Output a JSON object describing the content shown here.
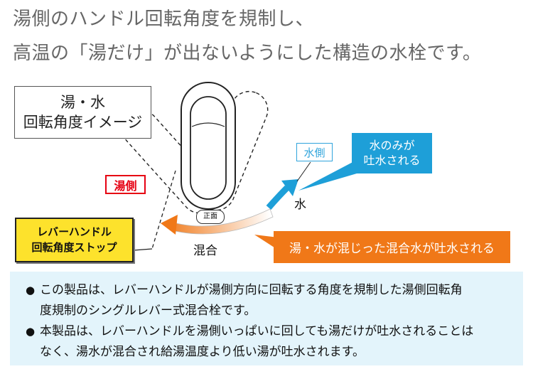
{
  "heading": {
    "line1": "湯側のハンドル回転角度を規制し、",
    "line2": "高温の「湯だけ」が出ないようにした構造の水栓です。"
  },
  "diagram": {
    "concept_title": [
      "湯・水",
      "回転角度イメージ"
    ],
    "hot_side_label": "湯側",
    "water_side_label": "水側",
    "water_label": "水",
    "mixed_label": "混合",
    "front_badge": "正面",
    "water_only_callout": [
      "水のみが",
      "吐水される"
    ],
    "mixed_callout": "湯・水が混じった混合水が吐水される",
    "lever_stop_label": [
      "レバーハンドル",
      "回転角度ストップ"
    ]
  },
  "colors": {
    "hot": "#e60012",
    "water": "#1e9fd8",
    "mixed": "#f07818",
    "stop_label_bg": "#fde22c",
    "note_bg": "#e3f4fb"
  },
  "notes": [
    {
      "bullet": "●",
      "lines": [
        "この製品は、レバーハンドルが湯側方向に回転する角度を規制した湯側回転角",
        "度規制のシングルレバー式混合栓です。"
      ]
    },
    {
      "bullet": "●",
      "lines": [
        "本製品は、レバーハンドルを湯側いっぱいに回しても湯だけが吐水されることは",
        "なく、湯水が混合され給湯温度より低い湯が吐水されます。"
      ]
    }
  ]
}
